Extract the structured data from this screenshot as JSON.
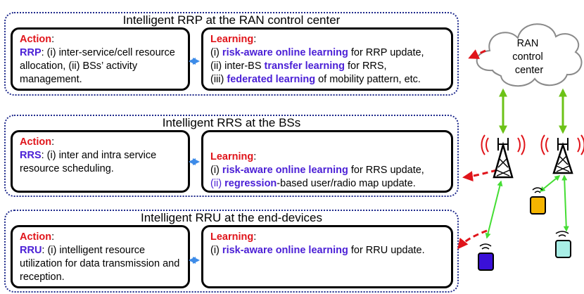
{
  "panels": [
    {
      "title": "Intelligent RRP at the RAN control center",
      "action": {
        "head": "Action",
        "colon": ":",
        "acronym": "RRP",
        "text": ": (i) inter-service/cell resource allocation, (ii) BSs’ activity management."
      },
      "learning": {
        "head": "Learning",
        "colon": ":",
        "lines": [
          {
            "pre": "(i) ",
            "hl": "risk-aware  online learning",
            "post": " for RRP update,"
          },
          {
            "pre": "(ii) inter-BS ",
            "hl": "transfer learning",
            "post": " for RRS,"
          },
          {
            "pre": "(iii) ",
            "hl": "federated  learning",
            "post": " of mobility pattern, etc."
          }
        ]
      }
    },
    {
      "title": "Intelligent RRS at the BSs",
      "action": {
        "head": "Action",
        "colon": ":",
        "acronym": "RRS",
        "text": ": (i) inter and intra service resource scheduling."
      },
      "learning": {
        "head": "Learning",
        "colon": ":",
        "lines": [
          {
            "pre": "(i) ",
            "hl": "risk-aware online learning",
            "post": " for RRS update,"
          },
          {
            "pre": "(ii) ",
            "hl": "regression",
            "post": "-based user/radio map update."
          }
        ]
      }
    },
    {
      "title": "Intelligent RRU at the end-devices",
      "action": {
        "head": "Action",
        "colon": ":",
        "acronym": "RRU",
        "text": ": (i) intelligent resource utilization for data transmission and reception."
      },
      "learning": {
        "head": "Learning",
        "colon": ":",
        "lines": [
          {
            "pre": "(i) ",
            "hl": "risk-aware online learning",
            "post": " for RRU update."
          }
        ]
      }
    }
  ],
  "cloud": {
    "label": "RAN control center"
  },
  "colors": {
    "accent_red": "#e0141a",
    "accent_purple": "#4b20d6",
    "panel_border": "#1f2a8c",
    "double_arrow": "#3d8be8",
    "green_link": "#6cc217",
    "bright_green_link": "#44dd33",
    "device_orange": "#f4b400",
    "device_cyan": "#a8eee6",
    "device_purple": "#3a10d8"
  },
  "icons": [
    "cloud-icon",
    "bs-tower-icon",
    "bs-tower-icon",
    "device-icon",
    "device-icon",
    "device-icon",
    "wifi-icon"
  ]
}
